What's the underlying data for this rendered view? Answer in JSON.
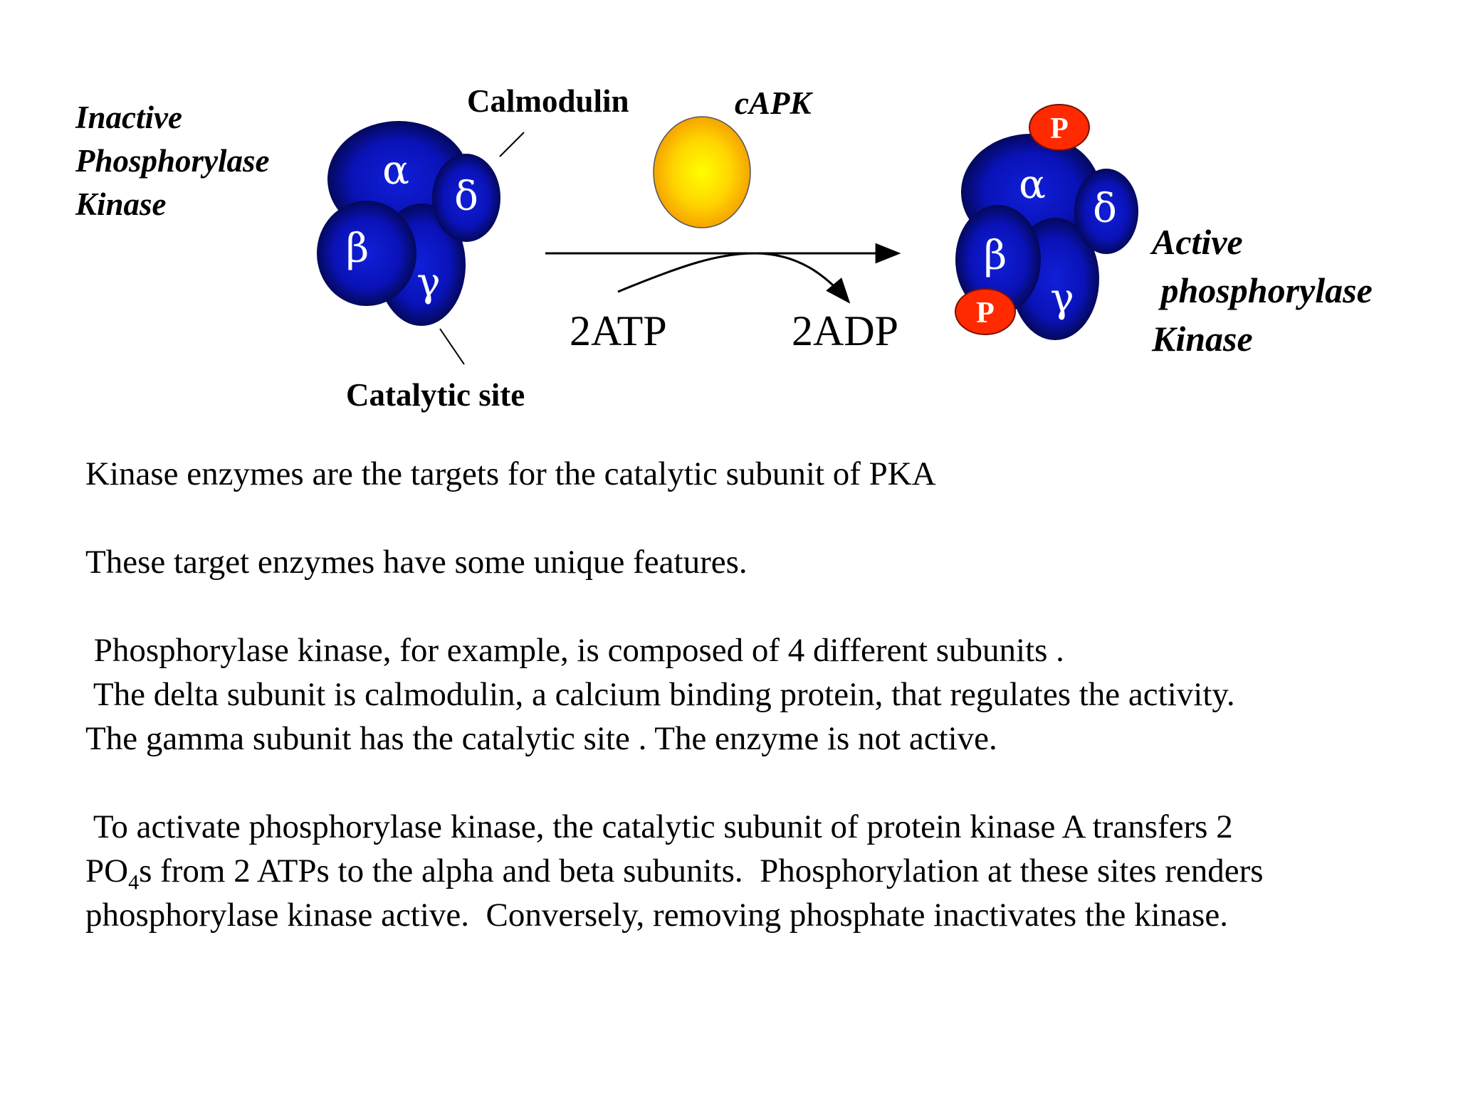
{
  "diagram": {
    "inactive_label": [
      "Inactive",
      "Phosphorylase",
      "Kinase"
    ],
    "active_label": [
      "Active",
      " phosphorylase",
      "Kinase"
    ],
    "calmodulin_label": "Calmodulin",
    "capk_label": "cAPK",
    "catalytic_site_label": "Catalytic site",
    "atp_label": "2ATP",
    "adp_label": "2ADP",
    "subunits": {
      "alpha": "α",
      "beta": "β",
      "gamma": "γ",
      "delta": "δ"
    },
    "phosphate_label": "P",
    "colors": {
      "subunit_blue": "#0a14c8",
      "subunit_dark": "#000033",
      "capk_yellow": "#ffff00",
      "capk_orange": "#f5a000",
      "phosphate_red": "#ff2a00"
    }
  },
  "text": {
    "p1": "Kinase enzymes are the targets for the catalytic subunit of PKA",
    "p2": "These target enzymes have some unique features.",
    "p3": [
      " Phosphorylase kinase, for example, is composed of 4 different subunits .",
      " The delta subunit is calmodulin, a calcium binding protein, that regulates the activity.",
      "The gamma subunit has the catalytic site . The enzyme is not active."
    ],
    "p4": {
      "line1": " To activate phosphorylase kinase, the catalytic subunit of protein kinase A transfers 2",
      "line2_a": "PO",
      "line2_sub": "4",
      "line2_b": "s from 2 ATPs to the alpha and beta subunits.  Phosphorylation at these sites renders",
      "line3": "phosphorylase kinase active.  Conversely, removing phosphate inactivates the kinase."
    }
  }
}
